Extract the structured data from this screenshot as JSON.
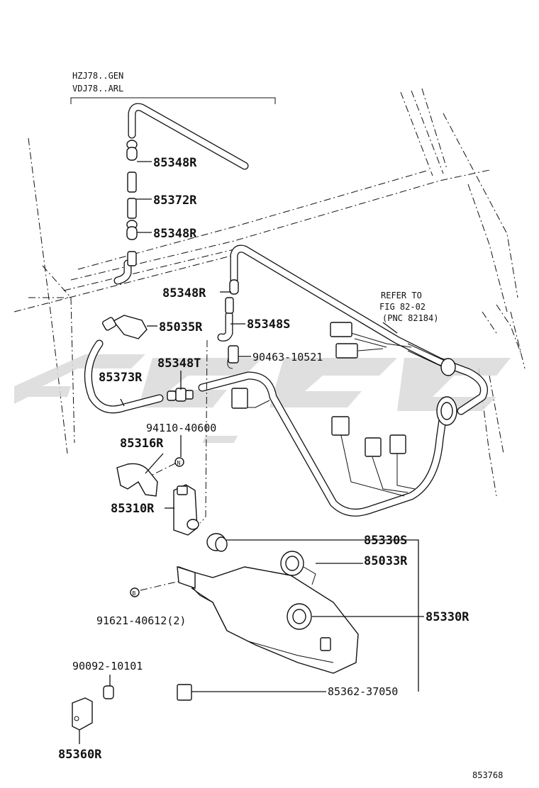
{
  "diagram": {
    "applicability": [
      "HZJ78..GEN",
      "VDJ78..ARL"
    ],
    "refer": [
      "REFER TO",
      "FIG 82-02",
      "(PNC 82184)"
    ],
    "figure_number": "853768",
    "watermark_icon": "brand-logo-watermark-icon",
    "parts": {
      "p85348R_a": "85348R",
      "p85372R": "85372R",
      "p85348R_b": "85348R",
      "p85348R_c": "85348R",
      "p85035R": "85035R",
      "p85348S": "85348S",
      "p90463": "90463-10521",
      "p85348T": "85348T",
      "p85373R": "85373R",
      "p94110": "94110-40600",
      "p85316R": "85316R",
      "p85310R": "85310R",
      "p85330S": "85330S",
      "p85033R": "85033R",
      "p85330R": "85330R",
      "p91621": "91621-40612(2)",
      "p90092": "90092-10101",
      "p85362": "85362-37050",
      "p85360R": "85360R"
    }
  }
}
